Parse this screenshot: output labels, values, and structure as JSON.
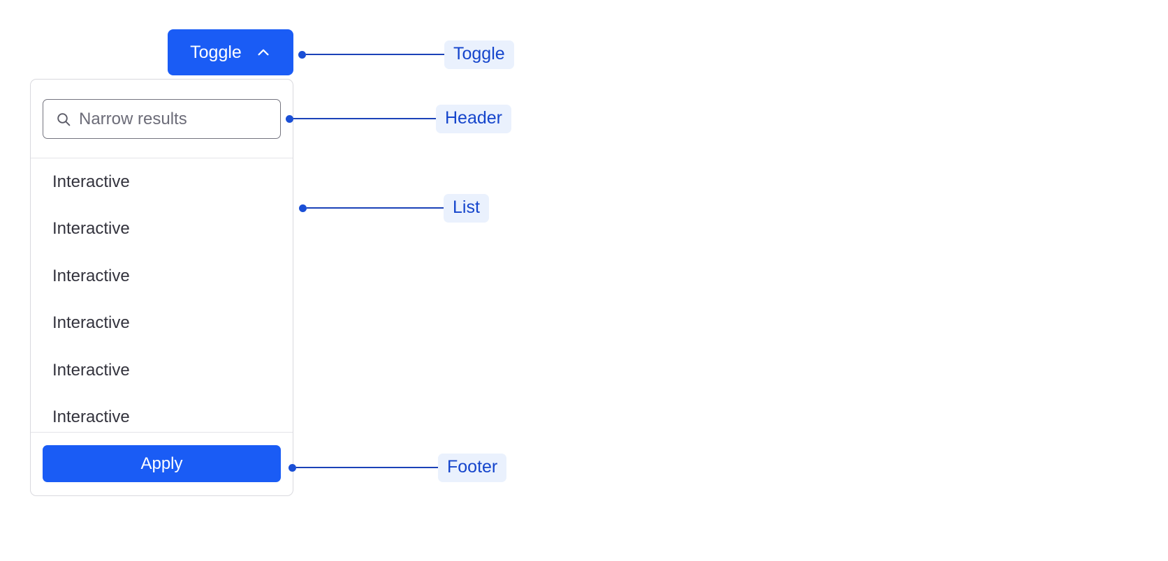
{
  "toggle": {
    "label": "Toggle",
    "icon": "chevron-up-icon",
    "expanded": true,
    "background_color": "#1a5cf5",
    "text_color": "#ffffff"
  },
  "dropdown": {
    "header": {
      "search": {
        "icon": "search-icon",
        "placeholder": "Narrow results",
        "value": ""
      }
    },
    "list": {
      "items": [
        {
          "label": "Interactive"
        },
        {
          "label": "Interactive"
        },
        {
          "label": "Interactive"
        },
        {
          "label": "Interactive"
        },
        {
          "label": "Interactive"
        },
        {
          "label": "Interactive"
        }
      ]
    },
    "footer": {
      "apply_label": "Apply",
      "apply_background_color": "#1a5cf5",
      "apply_text_color": "#ffffff"
    },
    "border_color": "#d9d9de",
    "divider_color": "#e4e4e8"
  },
  "annotations": [
    {
      "id": "toggle",
      "label": "Toggle"
    },
    {
      "id": "header",
      "label": "Header"
    },
    {
      "id": "list",
      "label": "List"
    },
    {
      "id": "footer",
      "label": "Footer"
    }
  ],
  "annotation_style": {
    "pill_background": "#eaf1fd",
    "pill_text_color": "#1545cc",
    "line_color": "#1b42b8",
    "dot_color": "#1a4fd6"
  },
  "page": {
    "background_color": "#ffffff"
  }
}
